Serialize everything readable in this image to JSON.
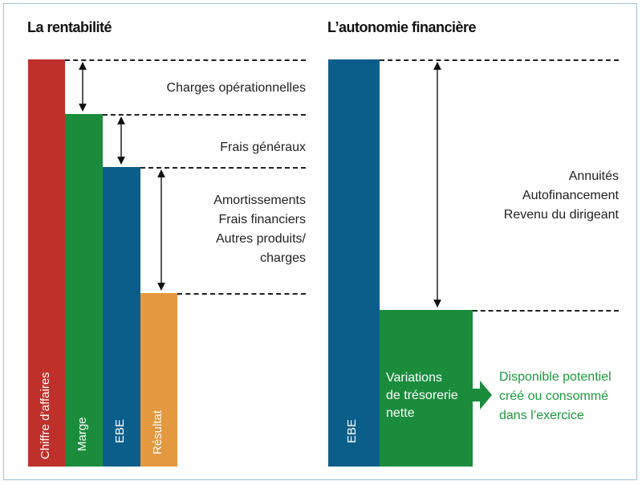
{
  "left": {
    "title": "La rentabilité",
    "bars": {
      "ca": "Chiffre d’affaires",
      "marge": "Marge",
      "ebe": "EBE",
      "resultat": "Résultat"
    },
    "labels": {
      "charges_op": "Charges opérationnelles",
      "frais_generaux": "Frais généraux",
      "line1": "Amortissements",
      "line2": "Frais financiers",
      "line3": "Autres produits/",
      "line4": "charges"
    }
  },
  "right": {
    "title": "L’autonomie financière",
    "bar_ebe": "EBE",
    "labels": {
      "line1": "Annuités",
      "line2": "Autofinancement",
      "line3": "Revenu du dirigeant"
    },
    "variations": [
      "Variations",
      "de trésorerie",
      "nette"
    ],
    "disponible": [
      "Disponible potentiel",
      "créé ou consommé",
      "dans l’exercice"
    ]
  },
  "colors": {
    "red": "#c0302b",
    "green": "#1a8c3c",
    "blue": "#0c5e8a",
    "orange": "#e49840"
  }
}
